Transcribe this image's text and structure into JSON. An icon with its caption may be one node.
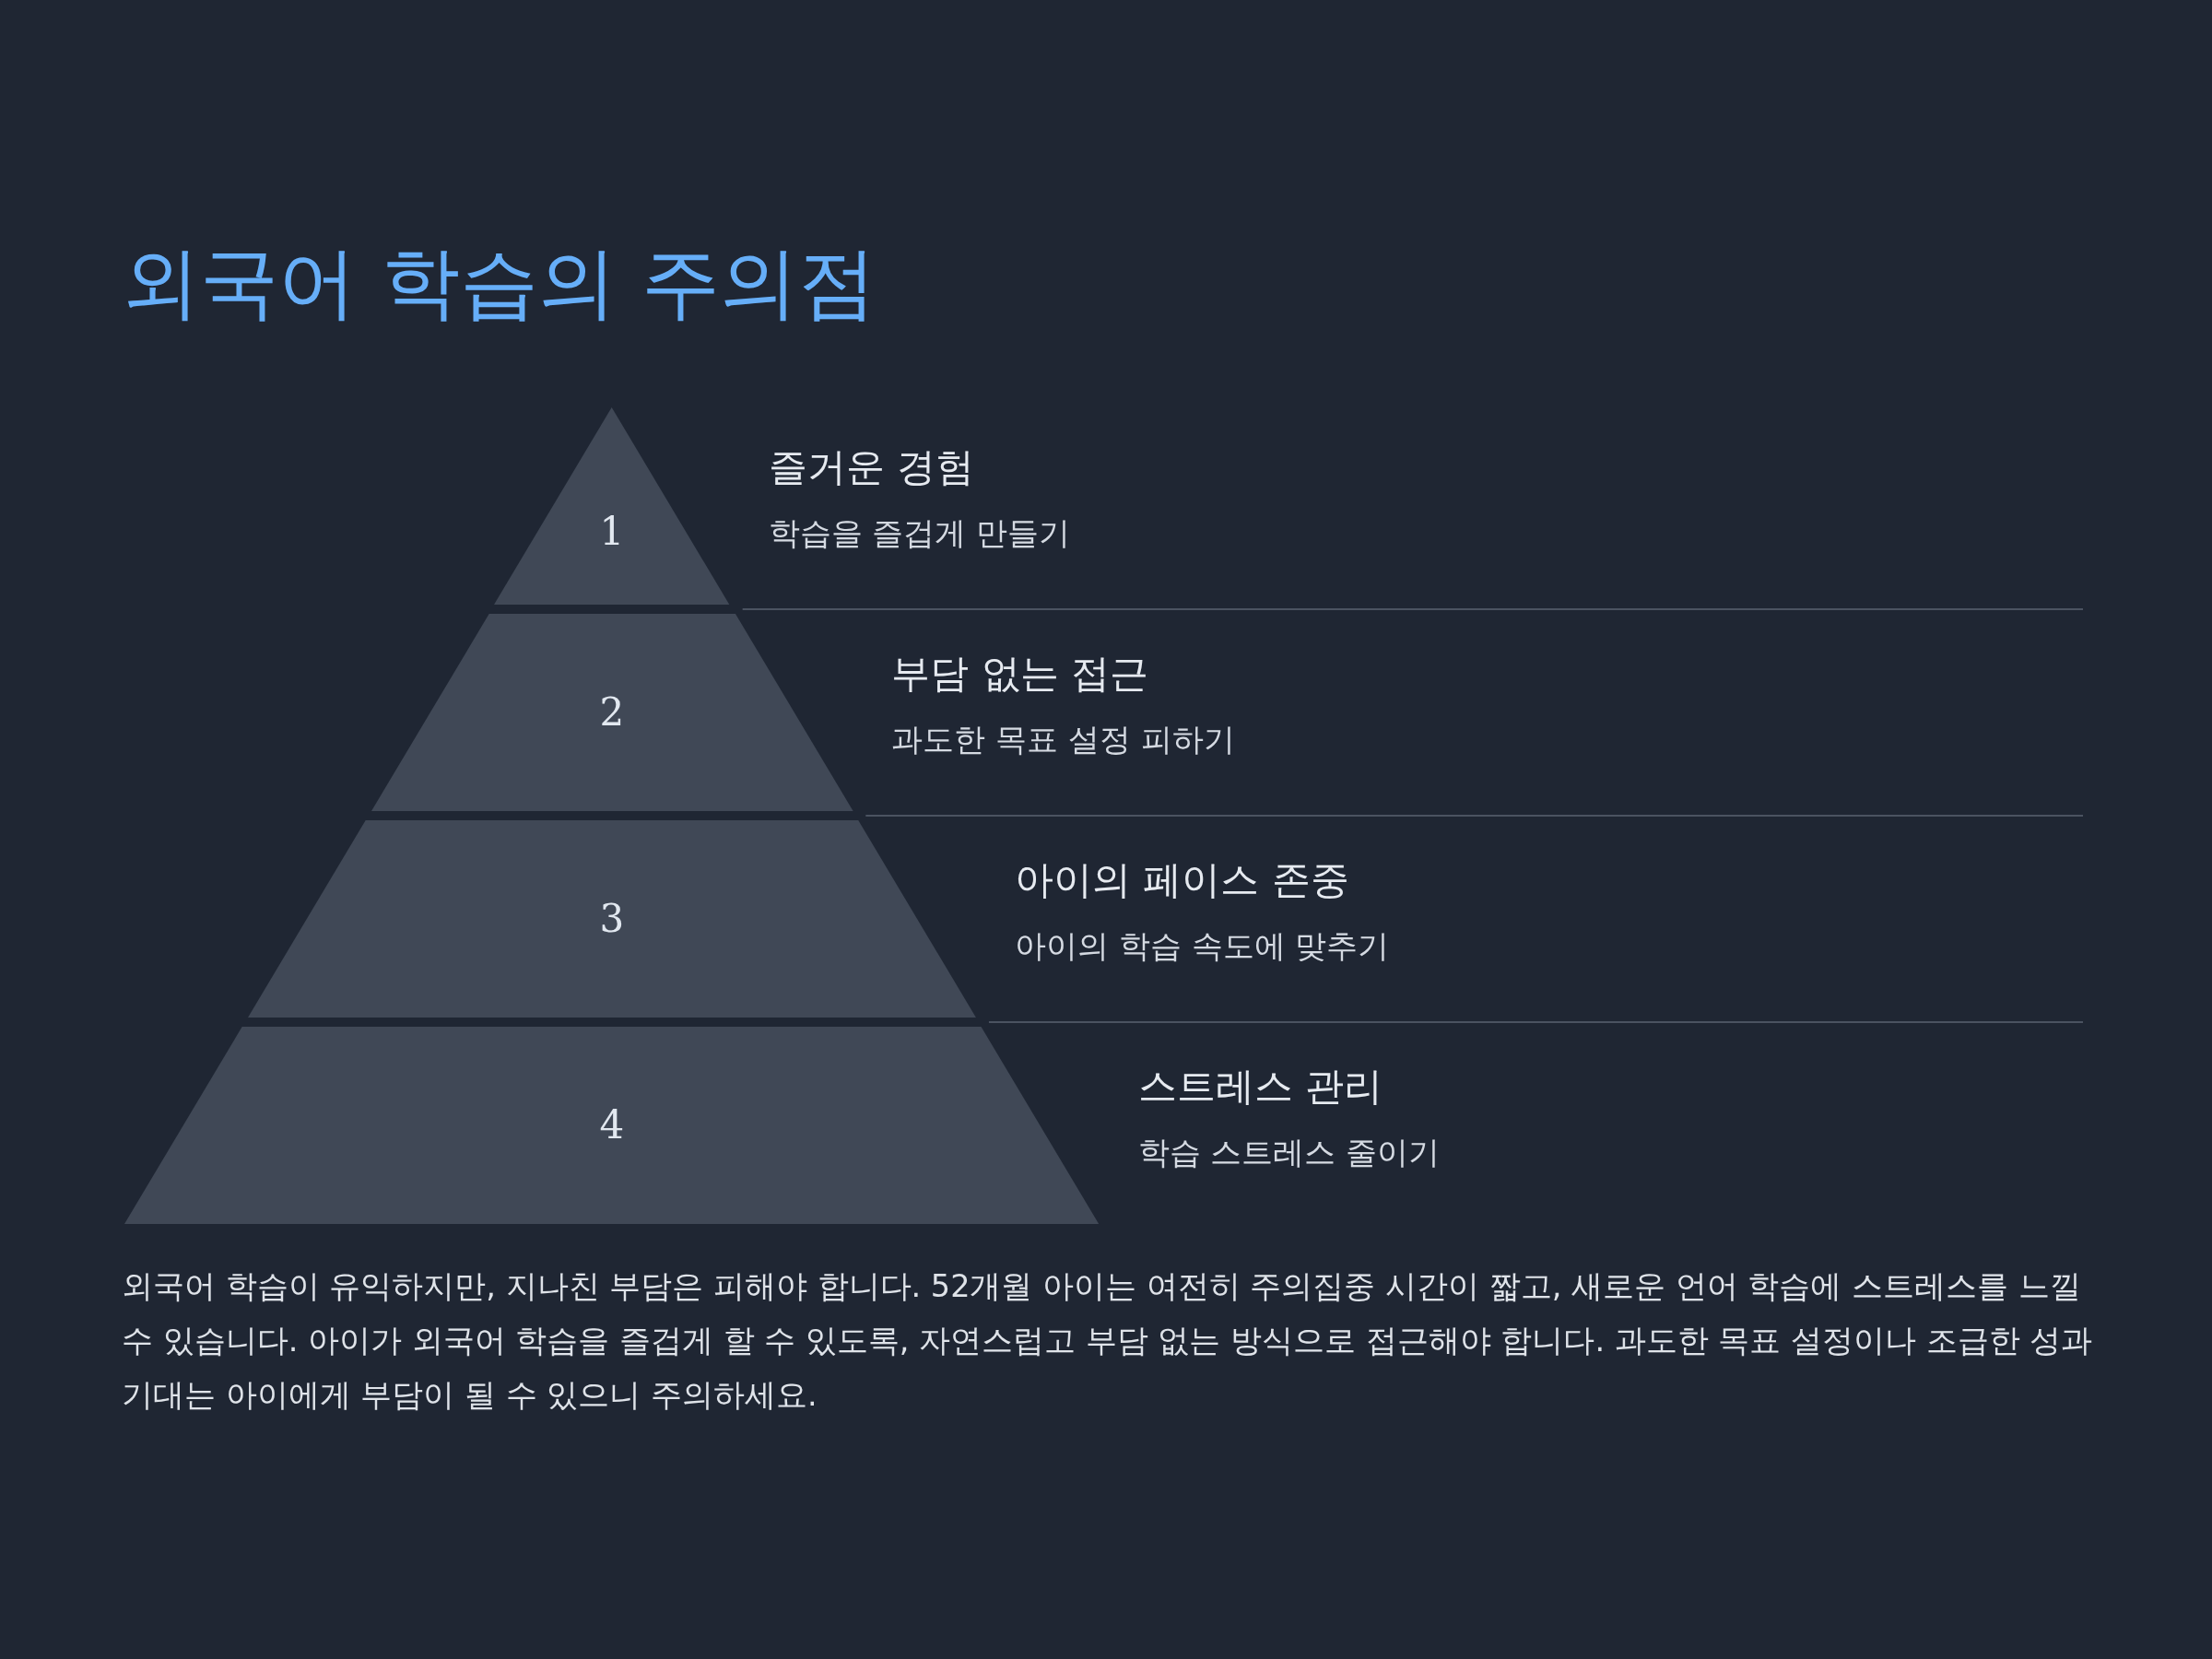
{
  "diagram": {
    "title": "외국어 학습의 주의점",
    "nodes": [
      {
        "text": [
          "1"
        ],
        "beside": [
          "즐거운 경험",
          "학습을 즐겁게 만들기"
        ]
      },
      {
        "text": [
          "2"
        ],
        "beside": [
          "부담 없는 접근",
          "과도한 목표 설정 피하기"
        ]
      },
      {
        "text": [
          "3"
        ],
        "beside": [
          "아이의 페이스 존중",
          "아이의 학습 속도에 맞추기"
        ]
      },
      {
        "text": [
          "4"
        ],
        "beside": [
          "스트레스 관리",
          "학습 스트레스 줄이기"
        ]
      }
    ],
    "labels": [
      "외국어 학습이 유익하지만, 지나친 부담은 피해야 합니다. 52개월 아이는 여전히 주의집중 시간이 짧고, 새로운 언어 학습에 스트레스를 느낄 수 있습니다. 아이가 외국어 학습을 즐겁게 할 수 있도록, 자연스럽고 부담 없는 방식으로 접근해야 합니다. 과도한 목표 설정이나 조급한 성과 기대는 아이에게 부담이 될 수 있으니 주의하세요."
    ]
  }
}
